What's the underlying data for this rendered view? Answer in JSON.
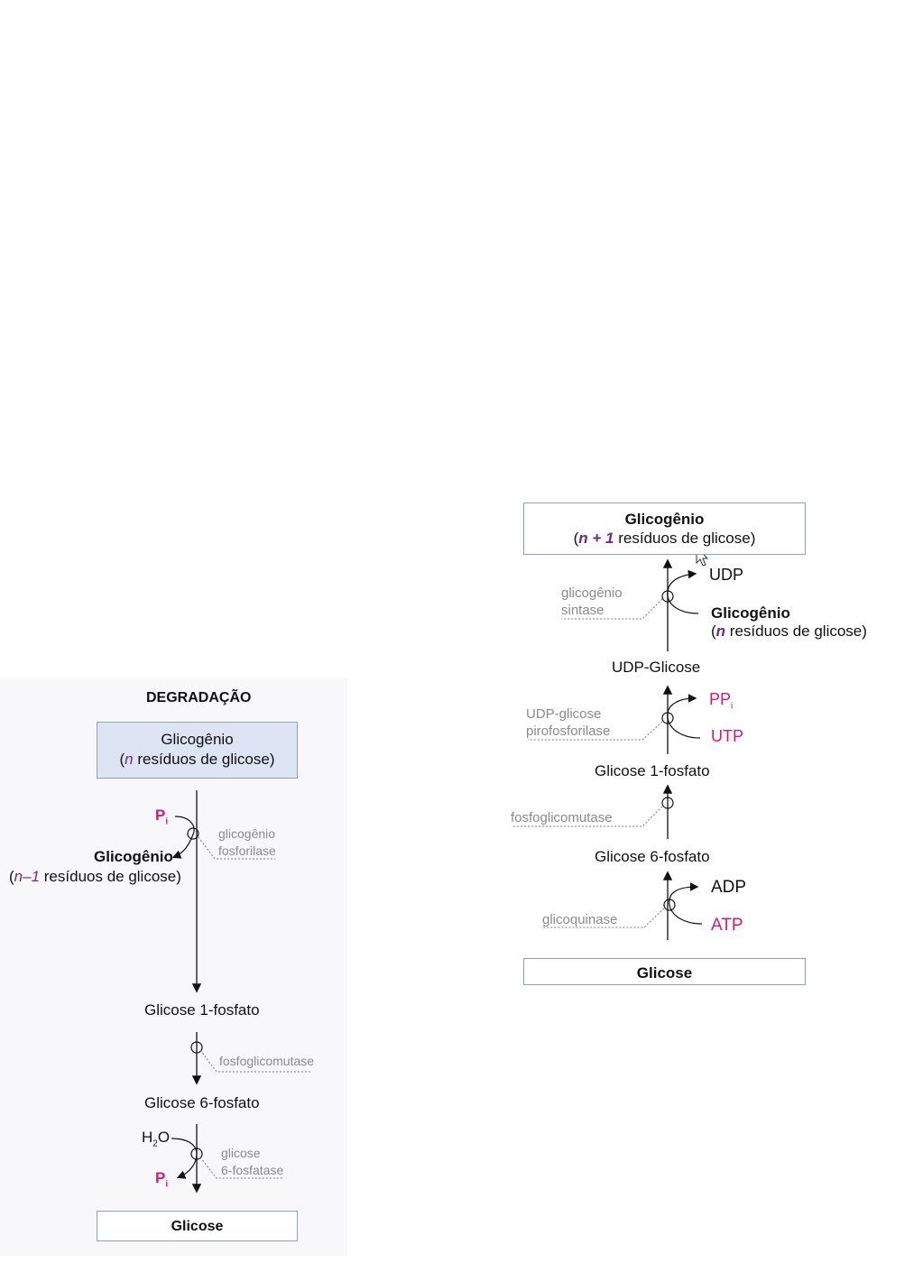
{
  "degradation": {
    "title": "DEGRADAÇÃO",
    "top_box": {
      "name": "Glicogênio",
      "sub_pre": "(",
      "sub_n": "n",
      "sub_post": " resíduos de glicose)"
    },
    "pi_in": "P",
    "pi_in_sub": "i",
    "enzyme1": [
      "glicogênio",
      "fosforilase"
    ],
    "product1": "Glicogênio",
    "product1_sub_pre": "(",
    "product1_sub_n": "n–1",
    "product1_sub_post": " resíduos de glicose)",
    "g1p": "Glicose 1-fosfato",
    "enzyme2": "fosfoglicomutase",
    "g6p": "Glicose 6-fosfato",
    "water": "H",
    "water_sub": "2",
    "water_o": "O",
    "pi_out": "P",
    "pi_out_sub": "i",
    "enzyme3": [
      "glicose",
      "6-fosfatase"
    ],
    "bottom_box": "Glicose"
  },
  "synthesis": {
    "top_box": {
      "name": "Glicogênio",
      "sub_pre": "(",
      "sub_n": "n + 1",
      "sub_post": " resíduos de glicose)"
    },
    "udp": "UDP",
    "enzyme1": [
      "glicogênio",
      "sintase"
    ],
    "glycogen_in": "Glicogênio",
    "glycogen_in_sub_pre": "(",
    "glycogen_in_sub_n": "n",
    "glycogen_in_sub_post": " resíduos de glicose)",
    "udp_glucose": "UDP-Glicose",
    "ppi": "PP",
    "ppi_sub": "i",
    "enzyme2": [
      "UDP-glicose",
      "pirofosforilase"
    ],
    "utp": "UTP",
    "g1p": "Glicose 1-fosfato",
    "enzyme3": "fosfoglicomutase",
    "g6p": "Glicose 6-fosfato",
    "adp": "ADP",
    "enzyme4": "glicoquinase",
    "atp": "ATP",
    "bottom_box": "Glicose"
  },
  "colors": {
    "magenta": "#d4187a",
    "purple": "#6b2a8a",
    "enzyme_gray": "#8a8a8a",
    "box_fill": "#dde5f4",
    "box_border": "#8fa0b8"
  }
}
